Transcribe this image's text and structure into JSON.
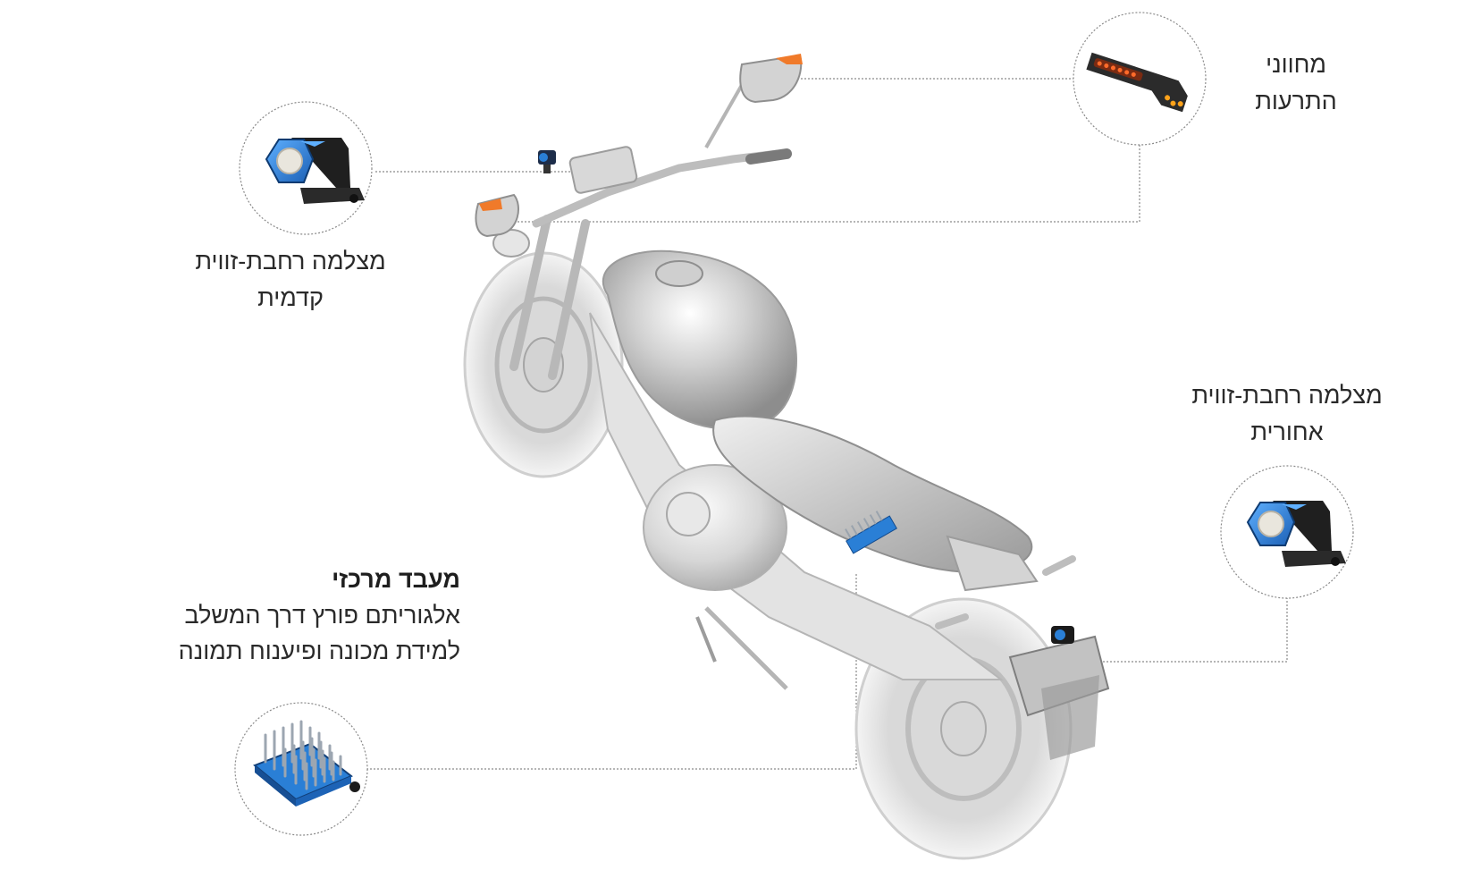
{
  "labels": {
    "alerts": {
      "line1": "מחווני",
      "line2": "התרעות"
    },
    "front_camera": {
      "line1": "מצלמה רחבת-זווית",
      "line2": "קדמית"
    },
    "rear_camera": {
      "line1": "מצלמה רחבת-זווית",
      "line2": "אחורית"
    },
    "processor": {
      "title": "מעבד מרכזי",
      "line1": "אלגוריתם פורץ דרך המשלב",
      "line2": "למידת מכונה ופיענוח תמונה"
    }
  },
  "icons": {
    "alerts": "led-indicator-bar-icon",
    "front_camera": "wide-angle-camera-icon",
    "rear_camera": "wide-angle-camera-icon",
    "processor": "processor-heatsink-icon"
  },
  "colors": {
    "accent_blue": "#2a7fd6",
    "led_orange": "#f07a2a",
    "background": "#ffffff"
  }
}
